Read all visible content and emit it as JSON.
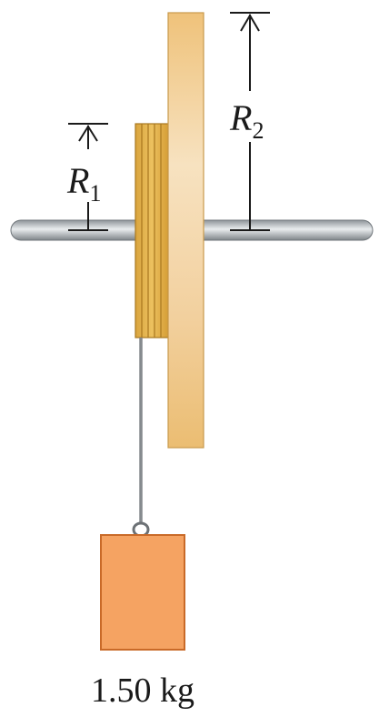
{
  "diagram": {
    "labels": {
      "r1_symbol": "R",
      "r1_subscript": "1",
      "r2_symbol": "R",
      "r2_subscript": "2",
      "mass_label": "1.50 kg"
    },
    "colors": {
      "axle": "#b9bec3",
      "small_pulley": "#e2b451",
      "large_wheel": "#efc98a",
      "rope": "#858a8e",
      "block": "#f5a362",
      "block_border": "#c96a28",
      "dimension_lines": "#1a1a1a"
    }
  }
}
